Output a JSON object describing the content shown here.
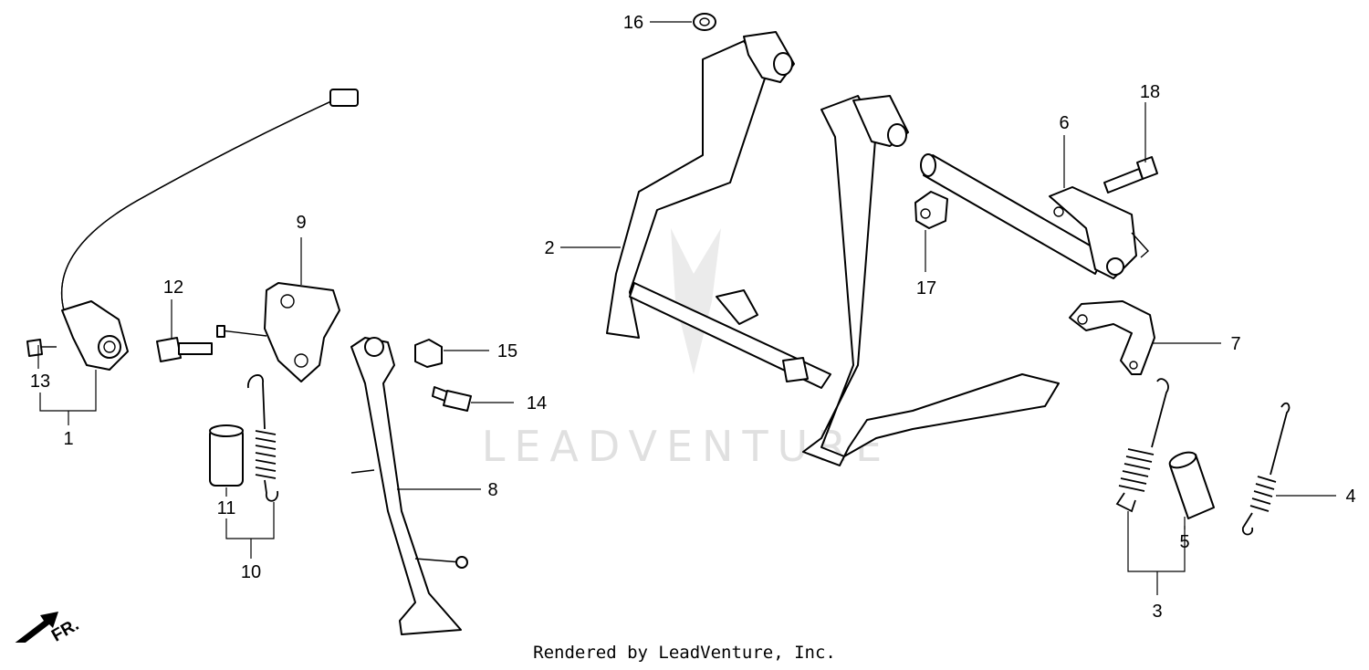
{
  "watermark": {
    "brand": "LEADVENTURE"
  },
  "credit": "Rendered by LeadVenture, Inc.",
  "front_marker": {
    "label": "FR."
  },
  "callouts": {
    "c1": "1",
    "c2": "2",
    "c3": "3",
    "c4": "4",
    "c5": "5",
    "c6": "6",
    "c7": "7",
    "c8": "8",
    "c9": "9",
    "c10": "10",
    "c11": "11",
    "c12": "12",
    "c13": "13",
    "c14": "14",
    "c15": "15",
    "c16": "16",
    "c17": "17",
    "c18": "18"
  }
}
